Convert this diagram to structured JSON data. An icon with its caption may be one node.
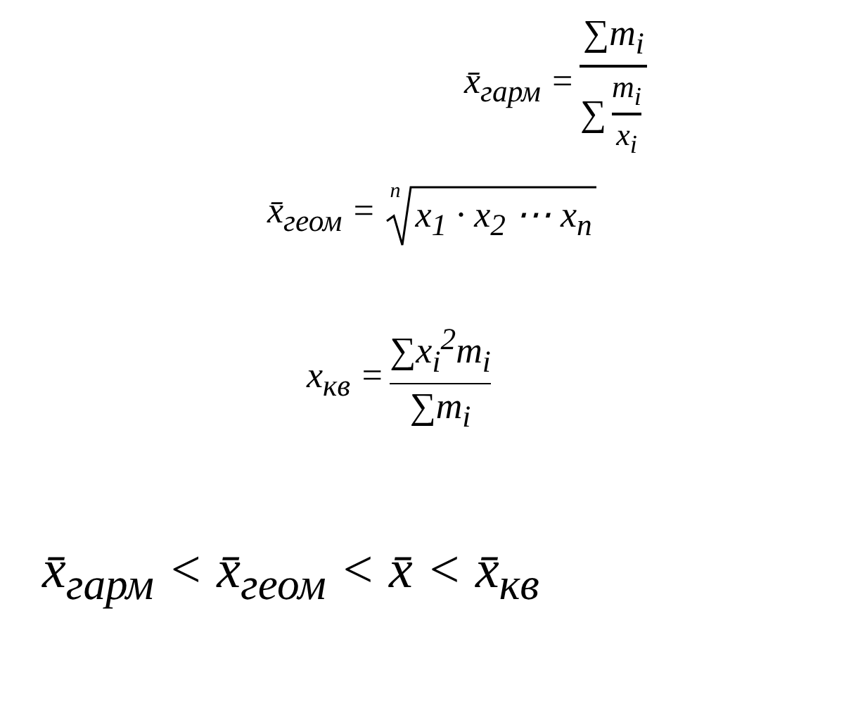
{
  "diagram": {
    "labels": [
      "x̄$_{гарм}$ =",
      "∑m$_{i}$",
      "∑",
      "m$_{i}$",
      "x$_{i}$",
      "x̄$_{геом}$ =",
      "n",
      "x$_{1}$ · x$_{2}$ ⋯ x$_{n}$",
      "x$_{кв}$ =",
      "∑x$_{i}$$^{2}$m$_{i}$",
      "∑m$_{i}$",
      "x̄$_{гарм}$ < x̄$_{геом}$ < x̄ < x̄$_{кв}$"
    ]
  }
}
